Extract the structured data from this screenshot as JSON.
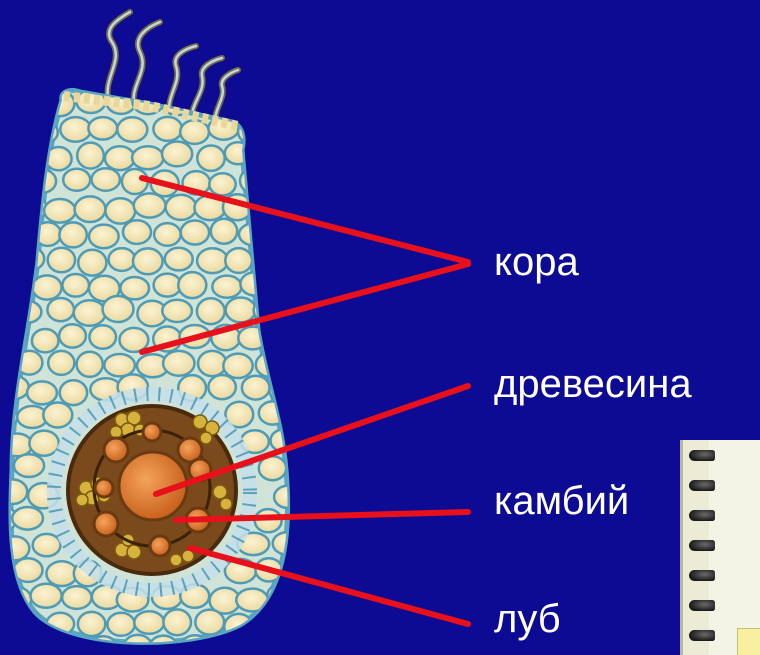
{
  "colors": {
    "background": "#0d0a94",
    "pointer_line": "#e8101a",
    "label_text": "#ffffff",
    "cortex_cell_fill": "#f3e6bb",
    "cortex_cell_edge": "#4f9bb5",
    "stele_fill": "#7a4a1c",
    "xylem_fill": "#e0843a",
    "phloem_fill": "#c9a23a"
  },
  "labels": {
    "kora": "кора",
    "drevesina": "древесина",
    "kambiy": "камбий",
    "lub": "луб"
  }
}
